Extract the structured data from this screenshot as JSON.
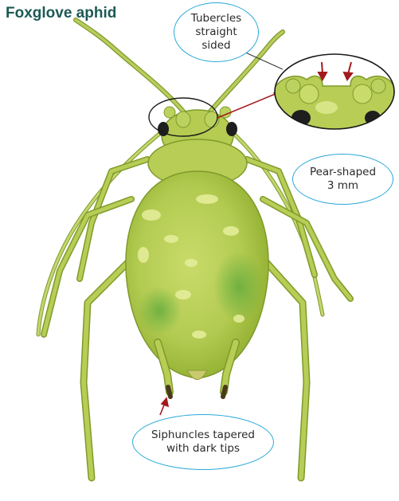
{
  "title": "Foxglove aphid",
  "callouts": {
    "tubercles": "Tubercles\nstraight\nsided",
    "shape": "Pear-shaped\n3 mm",
    "siphuncles": "Siphuncles tapered\nwith dark tips"
  },
  "colors": {
    "body": "#b9cf5a",
    "body_dark": "#8fae2f",
    "highlight": "#e6ef9c",
    "callout_border": "#29a9d9",
    "arrow": "#a5191c",
    "title": "#1c5a55"
  }
}
